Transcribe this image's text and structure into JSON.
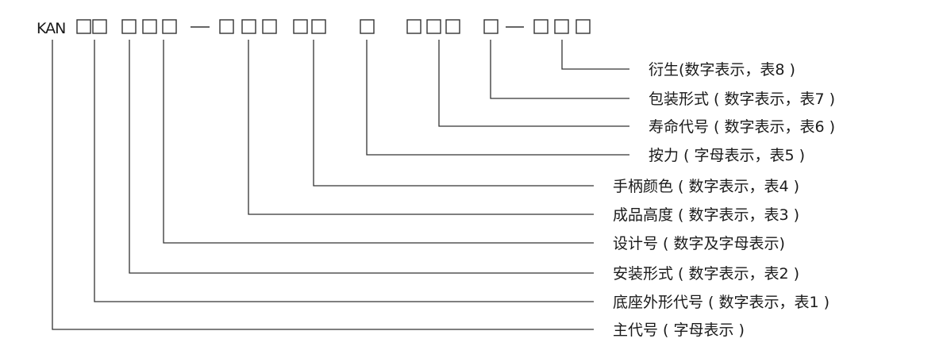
{
  "code": {
    "prefix": "KAN"
  },
  "labels": {
    "derivative": "衍生(数字表示，表8 )",
    "packaging": "包装形式 ( 数字表示，表7 )",
    "lifetime": "寿命代号 ( 数字表示，表6 )",
    "force": "按力 ( 字母表示，表5 )",
    "handle_color": "手柄颜色 ( 数字表示，表4 )",
    "height": "成品高度 ( 数字表示，表3 )",
    "design_no": "设计号 ( 数字及字母表示)",
    "mounting": "安装形式 ( 数字表示，表2 )",
    "base_shape": "底座外形代号 ( 数字表示，表1 )",
    "main_code": "主代号 ( 字母表示 )"
  }
}
